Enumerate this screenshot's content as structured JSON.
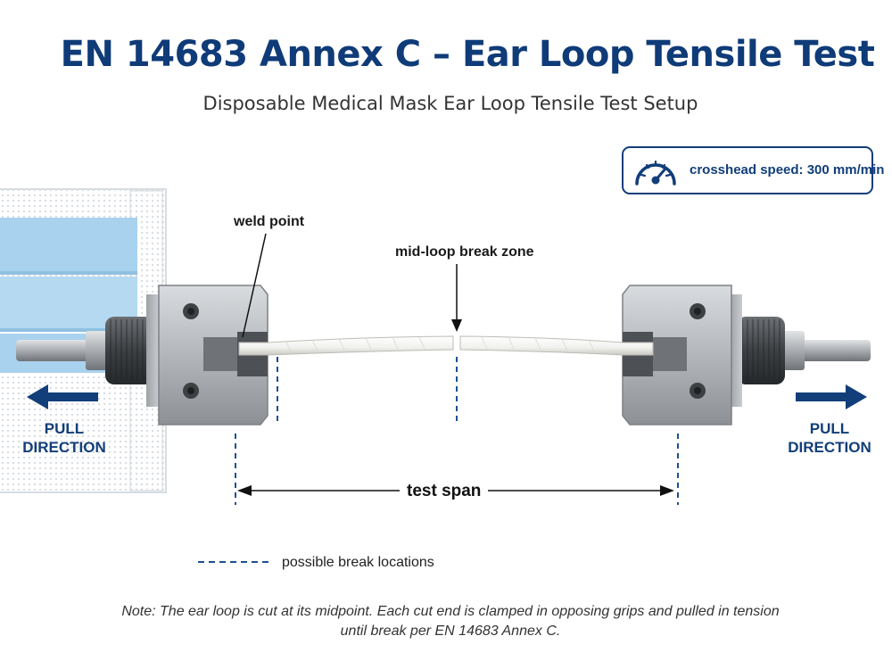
{
  "header": {
    "title": "EN 14683 Annex C – Ear Loop Tensile Test",
    "subtitle": "Disposable Medical Mask Ear Loop Tensile Test Setup"
  },
  "speed_box": {
    "icon": "speedometer-icon",
    "text": "crosshead speed: 300 mm/min"
  },
  "labels": {
    "weld_point": "weld point",
    "mid_loop": "mid-loop break zone",
    "pull_left": [
      "PULL",
      "DIRECTION"
    ],
    "pull_right": [
      "PULL",
      "DIRECTION"
    ],
    "test_span": "test span"
  },
  "legend": {
    "text": "possible break locations"
  },
  "note": {
    "line1": "Note: The ear loop is cut at its midpoint. Each cut end is clamped in opposing grips and pulled in tension",
    "line2": "until break per EN 14683 Annex C."
  },
  "colors": {
    "title": "#0f3b78",
    "accent": "#123e79",
    "mask_blue": "#a9d2ee",
    "grip_metal": "#b8bcc0",
    "dashed_line": "#1d4f91"
  }
}
